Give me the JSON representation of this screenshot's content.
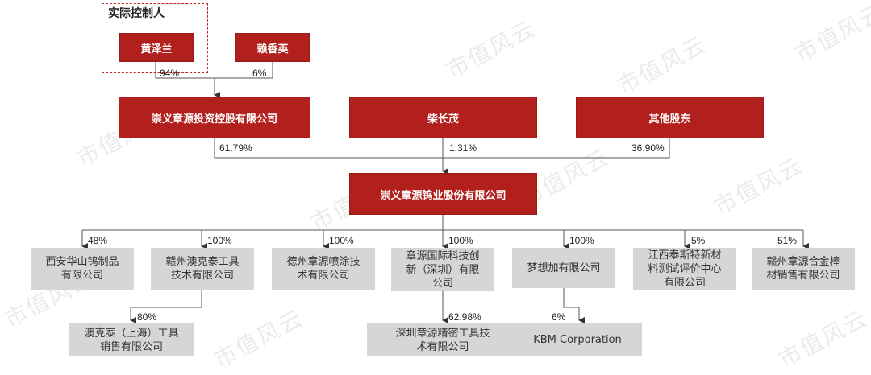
{
  "watermark": "市值风云",
  "controller_title": "实际控制人",
  "persons": {
    "p1": "黄泽兰",
    "p2": "赖香英"
  },
  "person_pct": {
    "p1": "94%",
    "p2": "6%"
  },
  "shareholders": {
    "s1": "崇义章源投资控股有限公司",
    "s2": "柴长茂",
    "s3": "其他股东"
  },
  "shareholder_pct": {
    "s1": "61.79%",
    "s2": "1.31%",
    "s3": "36.90%"
  },
  "company": "崇义章源钨业股份有限公司",
  "subsidiaries": {
    "c1": {
      "line1": "西安华山钨制品",
      "line2": "有限公司",
      "line3": "",
      "pct": "48%"
    },
    "c2": {
      "line1": "赣州澳克泰工具",
      "line2": "技术有限公司",
      "line3": "",
      "pct": "100%"
    },
    "c3": {
      "line1": "德州章源喷涂技",
      "line2": "术有限公司",
      "line3": "",
      "pct": "100%"
    },
    "c4": {
      "line1": "章源国际科技创",
      "line2": "新（深圳）有限",
      "line3": "公司",
      "pct": "100%"
    },
    "c5": {
      "line1": "梦想加有限公司",
      "line2": "",
      "line3": "",
      "pct": "100%"
    },
    "c6": {
      "line1": "江西泰斯特新材",
      "line2": "料测试评价中心",
      "line3": "有限公司",
      "pct": "5%"
    },
    "c7": {
      "line1": "赣州章源合金棒",
      "line2": "材销售有限公司",
      "line3": "",
      "pct": "51%"
    }
  },
  "sub2": {
    "g1": {
      "line1": "澳克泰（上海）工具",
      "line2": "销售有限公司",
      "pct": "80%"
    },
    "g2": {
      "line1": "深圳章源精密工具技",
      "line2": "术有限公司",
      "pct": "62.98%"
    },
    "g3": {
      "line1": "KBM Corporation",
      "line2": "",
      "pct": "6%"
    }
  }
}
